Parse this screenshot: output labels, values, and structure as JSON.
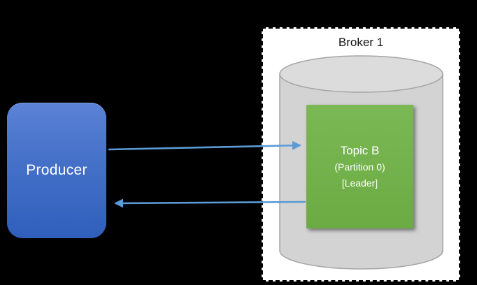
{
  "producer": {
    "label": "Producer"
  },
  "broker": {
    "title": "Broker 1",
    "topic": {
      "title": "Topic B",
      "partition": "(Partition 0)",
      "role": "[Leader]"
    }
  },
  "arrows": [
    {
      "name": "produce-arrow",
      "from": "producer",
      "to": "topic-b",
      "direction": "right"
    },
    {
      "name": "response-arrow",
      "from": "topic-b",
      "to": "producer",
      "direction": "left"
    }
  ],
  "colors": {
    "background": "#000000",
    "producer_blue_top": "#5b82d6",
    "producer_blue_bottom": "#2f5fbc",
    "arrow_blue": "#5b9bd5",
    "topic_green": "#70ad47",
    "cylinder_gray": "#d3d3d3",
    "cylinder_top_gray": "#dcdcdc",
    "cylinder_stroke": "#a6a6a6",
    "broker_bg": "#ffffff",
    "broker_border": "#000000"
  }
}
